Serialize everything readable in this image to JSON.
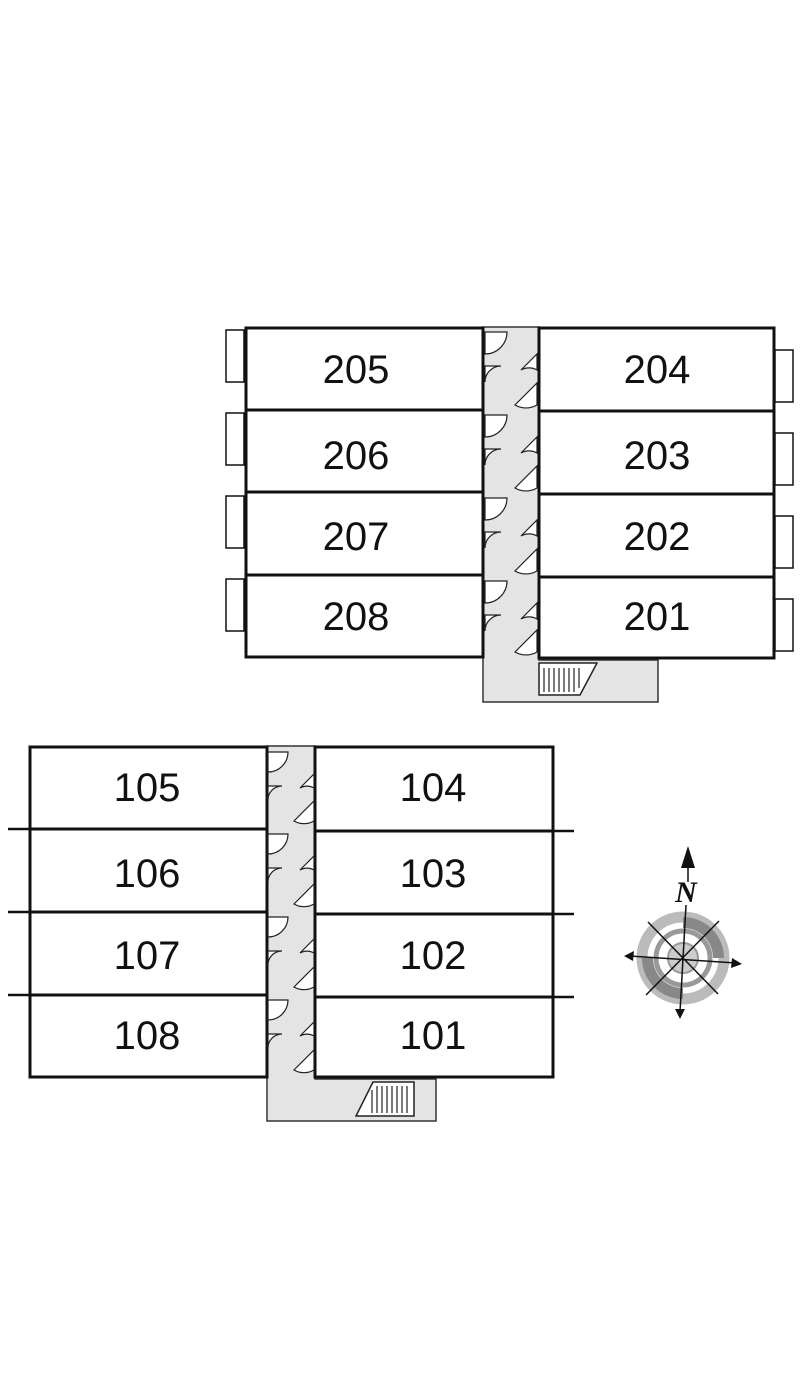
{
  "floor2": {
    "units": [
      {
        "id": "205",
        "label": "205",
        "side": "west"
      },
      {
        "id": "206",
        "label": "206",
        "side": "west"
      },
      {
        "id": "207",
        "label": "207",
        "side": "west"
      },
      {
        "id": "208",
        "label": "208",
        "side": "west"
      },
      {
        "id": "204",
        "label": "204",
        "side": "east"
      },
      {
        "id": "203",
        "label": "203",
        "side": "east"
      },
      {
        "id": "202",
        "label": "202",
        "side": "east"
      },
      {
        "id": "201",
        "label": "201",
        "side": "east"
      }
    ]
  },
  "floor1": {
    "units": [
      {
        "id": "105",
        "label": "105",
        "side": "west"
      },
      {
        "id": "106",
        "label": "106",
        "side": "west"
      },
      {
        "id": "107",
        "label": "107",
        "side": "west"
      },
      {
        "id": "108",
        "label": "108",
        "side": "west"
      },
      {
        "id": "104",
        "label": "104",
        "side": "east"
      },
      {
        "id": "103",
        "label": "103",
        "side": "east"
      },
      {
        "id": "102",
        "label": "102",
        "side": "east"
      },
      {
        "id": "101",
        "label": "101",
        "side": "east"
      }
    ]
  },
  "compass": {
    "label": "N",
    "icon": "compass-rose-icon",
    "colors": {
      "ring_dark": "#888888",
      "ring_light": "#bbbbbb"
    }
  },
  "colors": {
    "corridor": "#e4e4e4",
    "wall": "#111111"
  }
}
